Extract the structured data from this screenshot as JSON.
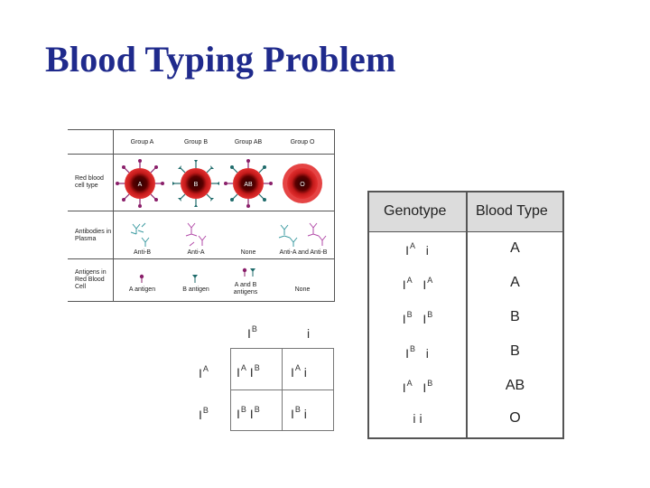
{
  "title": "Blood Typing Problem",
  "chart": {
    "col_headers": [
      "Group A",
      "Group B",
      "Group AB",
      "Group O"
    ],
    "row_labels": [
      "Red blood cell type",
      "Antibodies in Plasma",
      "Antigens in Red Blood Cell"
    ],
    "cell_labels": [
      "A",
      "B",
      "AB",
      "O"
    ],
    "antibodies": [
      "Anti-B",
      "Anti-A",
      "None",
      "Anti-A and Anti-B"
    ],
    "antigens": [
      "A antigen",
      "B antigen",
      "A and B antigens",
      "None"
    ],
    "colors": {
      "cell_red": "#c41a1a",
      "cell_dark": "#2a0000",
      "antigen_a": "#8a1f6a",
      "antigen_b": "#1f6b6b",
      "antibody_a": "#b24aa8",
      "antibody_b": "#3a9aa0"
    }
  },
  "genotype_table": {
    "headers": [
      "Genotype",
      "Blood Type"
    ],
    "rows": [
      {
        "g1": "I",
        "s1": "A",
        "g2": "i",
        "s2": "",
        "type": "A"
      },
      {
        "g1": "I",
        "s1": "A",
        "g2": "I",
        "s2": "A",
        "type": "A"
      },
      {
        "g1": "I",
        "s1": "B",
        "g2": "I",
        "s2": "B",
        "type": "B"
      },
      {
        "g1": "I",
        "s1": "B",
        "g2": "i",
        "s2": "",
        "type": "B"
      },
      {
        "g1": "I",
        "s1": "A",
        "g2": "I",
        "s2": "B",
        "type": "AB"
      },
      {
        "g1": "i",
        "s1": "",
        "g2": "i",
        "s2": "",
        "type": "O"
      }
    ]
  },
  "punnett": {
    "top": [
      "I",
      "B",
      "i"
    ],
    "left": [
      [
        "I",
        "A"
      ],
      [
        "I",
        "B"
      ]
    ],
    "cells": [
      [
        "I",
        "A",
        "I",
        "B"
      ],
      [
        "I",
        "A",
        "i",
        ""
      ],
      [
        "I",
        "B",
        "I",
        "B"
      ],
      [
        "I",
        "B",
        "i",
        ""
      ]
    ]
  }
}
